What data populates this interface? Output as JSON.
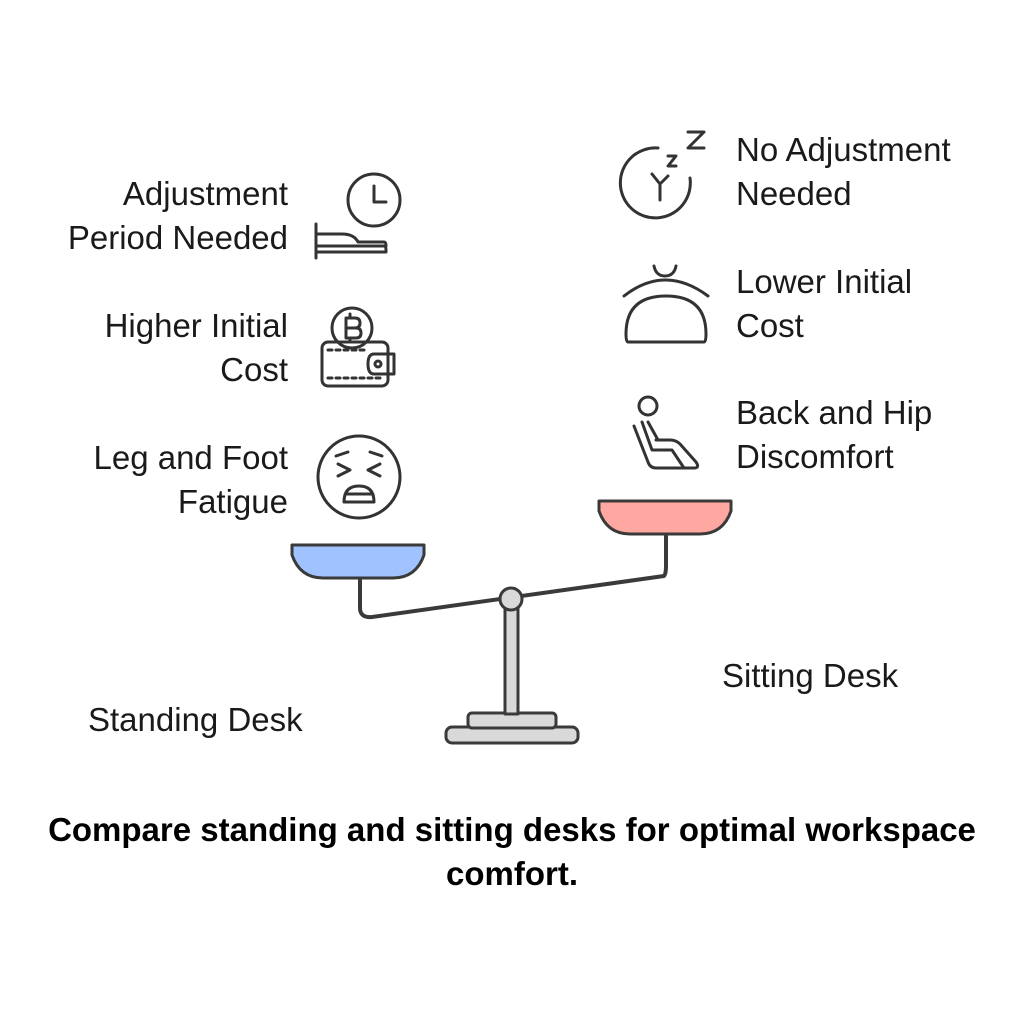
{
  "left_side": {
    "title": "Standing Desk",
    "pan_color": "#a0c3ff",
    "items": [
      {
        "text": "Adjustment\nPeriod Needed",
        "icon": "bed-clock-icon"
      },
      {
        "text": "Higher Initial\nCost",
        "icon": "bitcoin-wallet-icon"
      },
      {
        "text": "Leg and Foot\nFatigue",
        "icon": "tired-face-icon"
      }
    ]
  },
  "right_side": {
    "title": "Sitting Desk",
    "pan_color": "#ffa8a2",
    "items": [
      {
        "text": "No Adjustment\nNeeded",
        "icon": "sleeping-clock-icon"
      },
      {
        "text": "Lower Initial\nCost",
        "icon": "cloche-icon"
      },
      {
        "text": "Back and Hip\nDiscomfort",
        "icon": "reclining-person-icon"
      }
    ]
  },
  "caption": "Compare standing and sitting desks for optimal workspace comfort."
}
